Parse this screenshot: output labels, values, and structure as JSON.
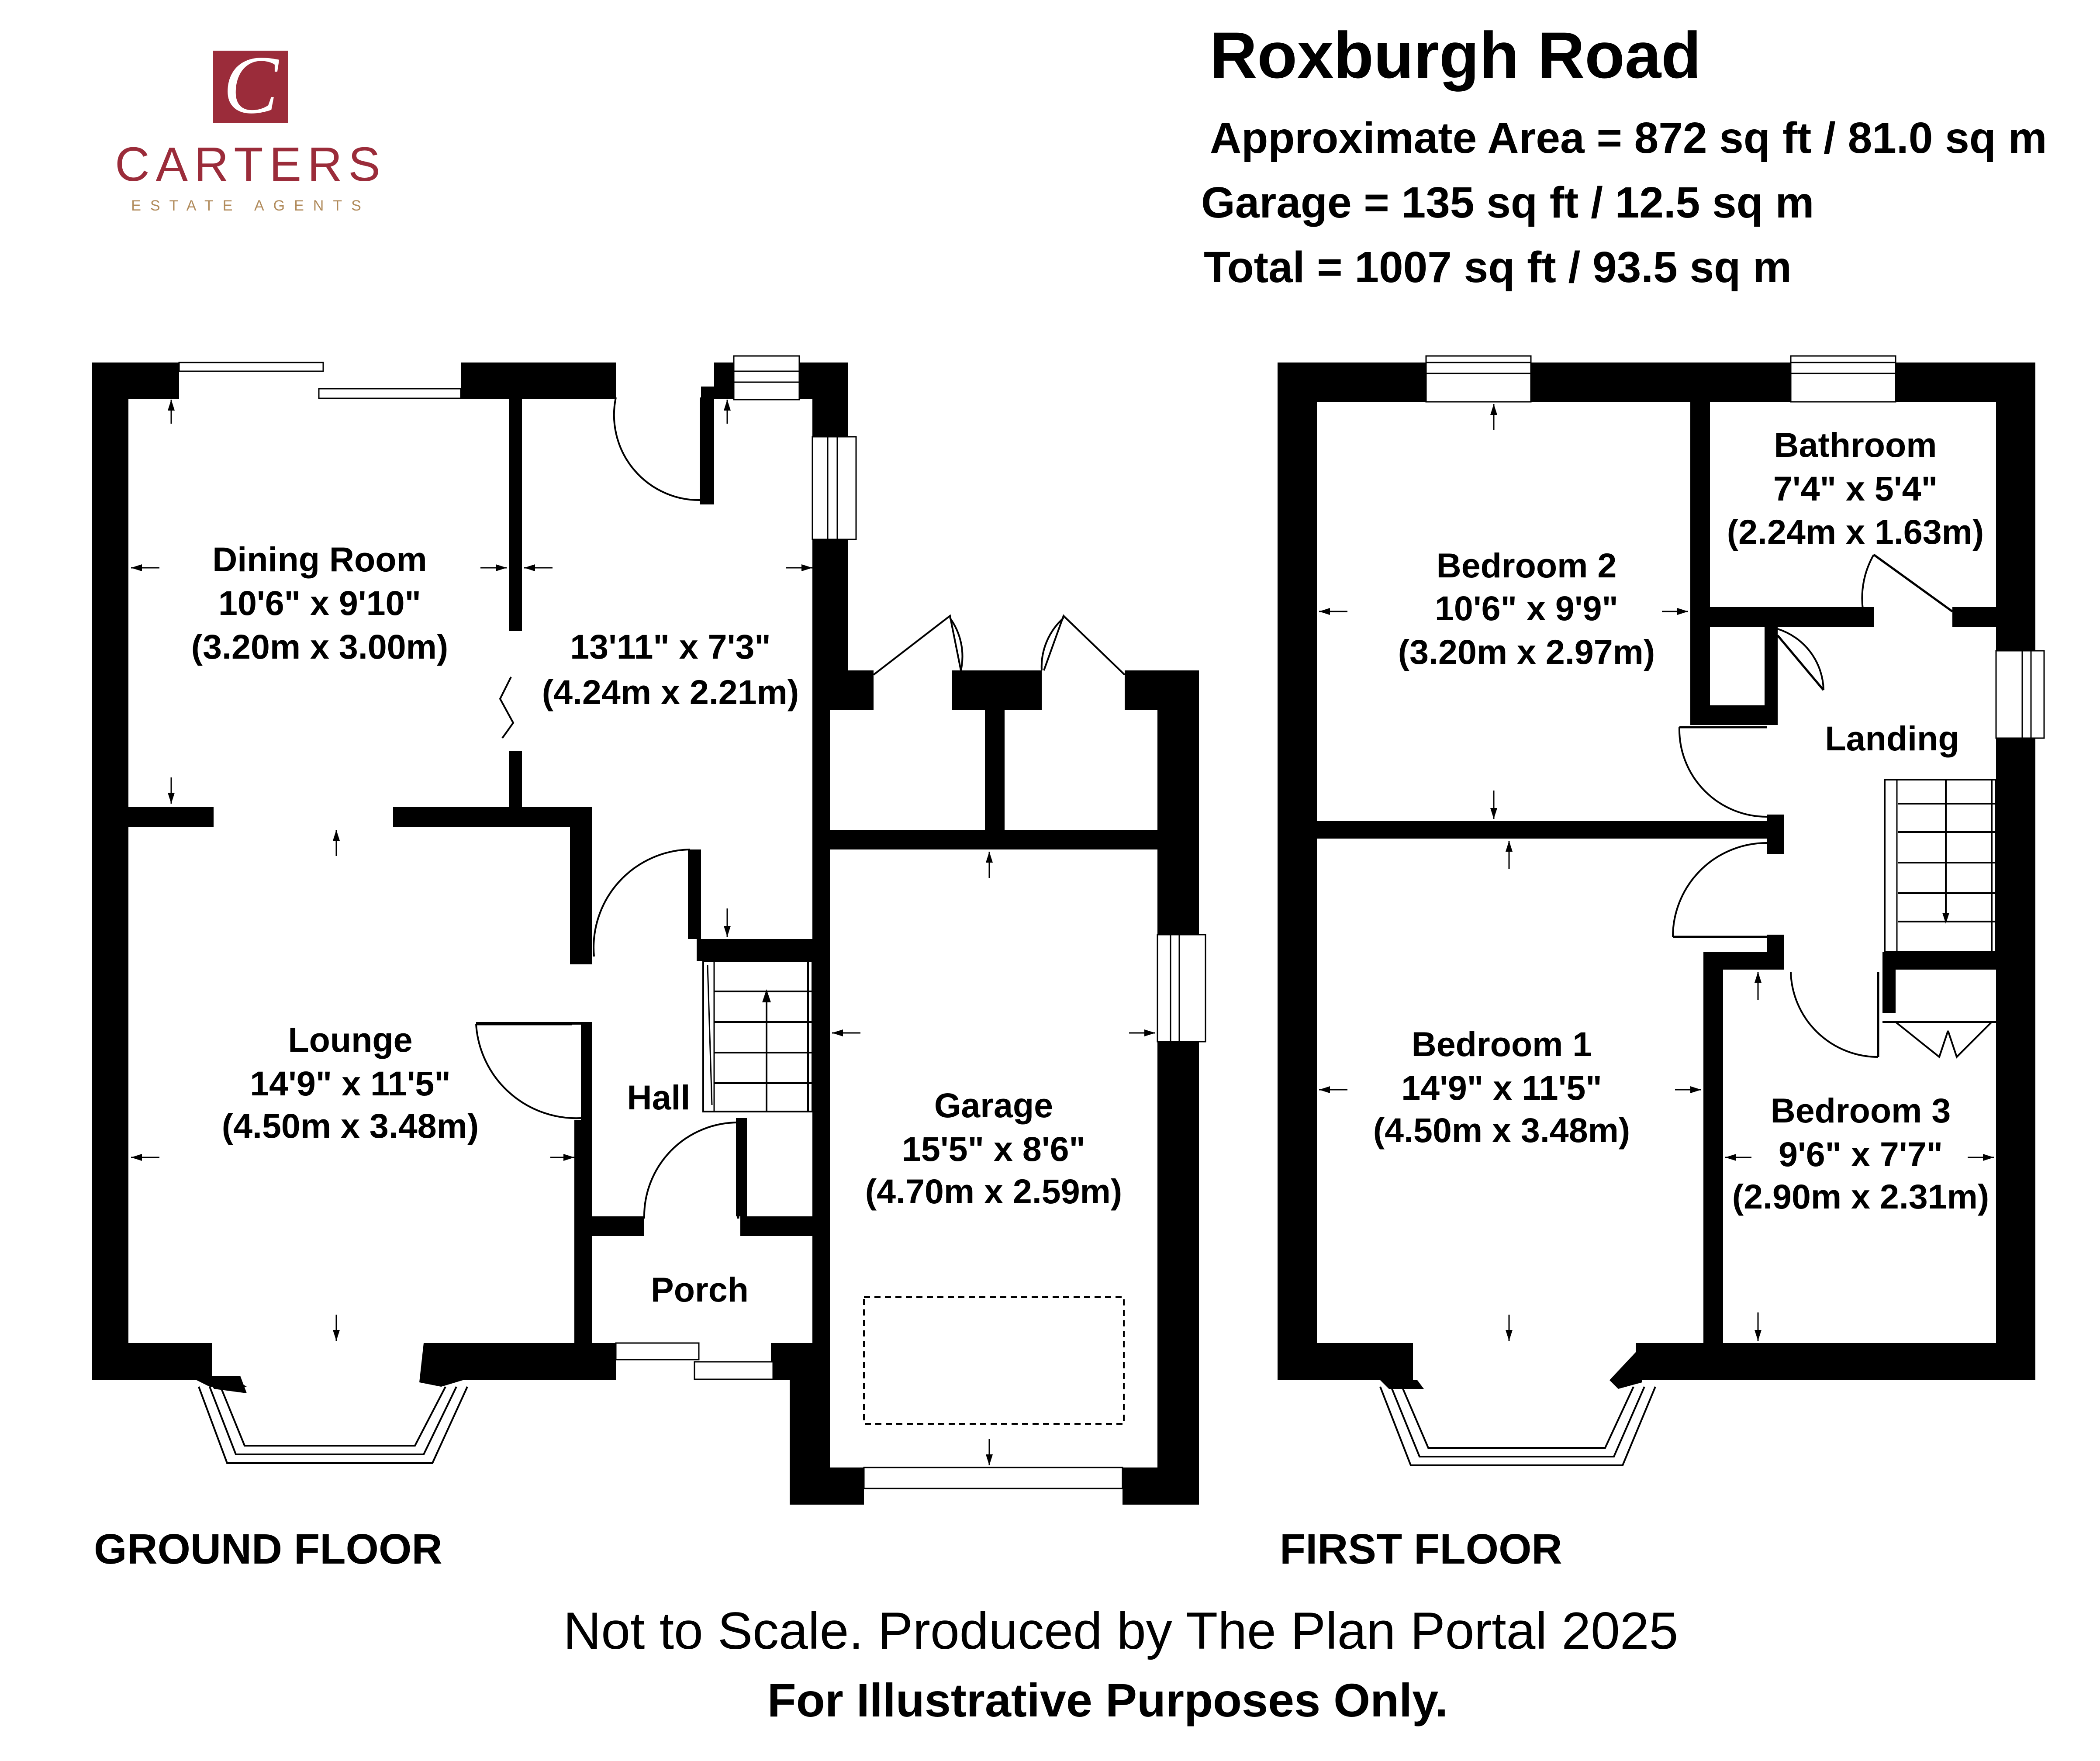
{
  "logo": {
    "monogram": "C",
    "name": "CARTERS",
    "tagline": "ESTATE AGENTS",
    "brand_color": "#9b2c3a",
    "tagline_color": "#b08a5a"
  },
  "header": {
    "title": "Roxburgh Road",
    "approx_area": "Approximate Area = 872 sq ft / 81.0 sq m",
    "garage_area": "Garage = 135 sq ft / 12.5 sq m",
    "total_area": "Total = 1007 sq ft / 93.5 sq m"
  },
  "rooms": {
    "dining": {
      "name": "Dining Room",
      "imperial": "10'6\" x 9'10\"",
      "metric": "(3.20m x 3.00m)"
    },
    "kitchen": {
      "imperial": "13'11\" x 7'3\"",
      "metric": "(4.24m x 2.21m)"
    },
    "lounge": {
      "name": "Lounge",
      "imperial": "14'9\" x 11'5\"",
      "metric": "(4.50m x 3.48m)"
    },
    "hall": {
      "name": "Hall"
    },
    "porch": {
      "name": "Porch"
    },
    "garage": {
      "name": "Garage",
      "imperial": "15'5\" x 8'6\"",
      "metric": "(4.70m x 2.59m)"
    },
    "bedroom2": {
      "name": "Bedroom 2",
      "imperial": "10'6\" x 9'9\"",
      "metric": "(3.20m x 2.97m)"
    },
    "bathroom": {
      "name": "Bathroom",
      "imperial": "7'4\" x 5'4\"",
      "metric": "(2.24m x 1.63m)"
    },
    "landing": {
      "name": "Landing"
    },
    "bedroom1": {
      "name": "Bedroom 1",
      "imperial": "14'9\" x 11'5\"",
      "metric": "(4.50m x 3.48m)"
    },
    "bedroom3": {
      "name": "Bedroom 3",
      "imperial": "9'6\" x 7'7\"",
      "metric": "(2.90m x 2.31m)"
    }
  },
  "floors": {
    "ground": "GROUND FLOOR",
    "first": "FIRST FLOOR"
  },
  "footer": {
    "disclaimer": "Not to Scale. Produced by The Plan Portal 2025",
    "illustrative": "For Illustrative Purposes Only."
  }
}
